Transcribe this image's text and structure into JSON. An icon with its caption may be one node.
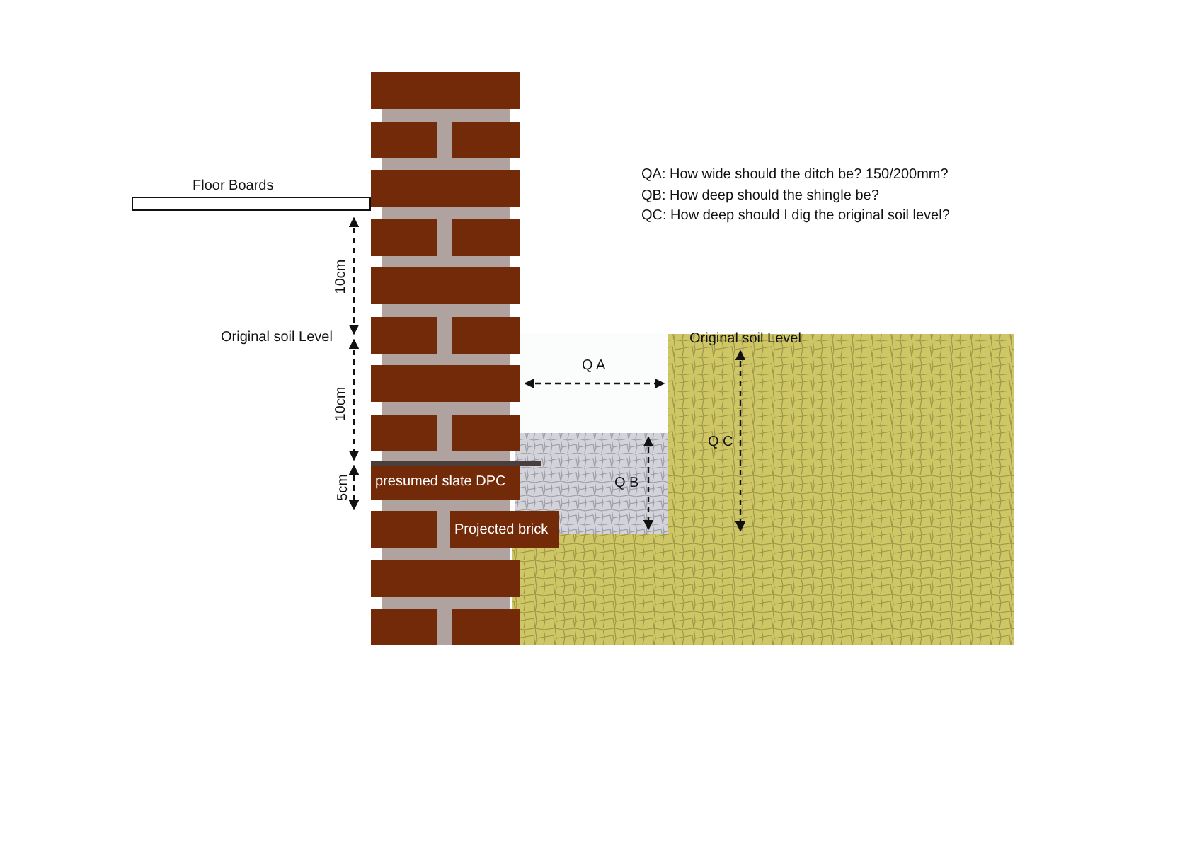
{
  "diagram": {
    "nodes": [
      {
        "text": [
          "presumed slate DPC"
        ]
      },
      {
        "text": [
          "Projected brick"
        ]
      }
    ],
    "labels": [
      "QA: How wide should the ditch be? 150/200mm?",
      "QB: How deep should the shingle be?",
      "QC: How deep should I dig the original soil level?",
      "Floor Boards",
      "10cm",
      "Original soil Level",
      "Original soil Level",
      "Q A",
      "10cm",
      "Q C",
      "Q B",
      "5cm"
    ]
  }
}
